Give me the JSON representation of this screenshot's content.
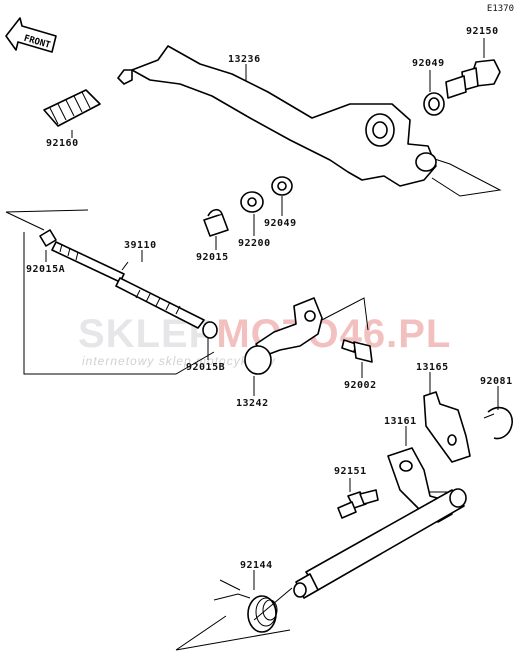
{
  "diagram_code": "E1370",
  "direction_label": "FRONT",
  "watermark": {
    "brand_a": "SKLEP",
    "brand_b": "MOTO46.PL",
    "tagline": "internetowy sklep motocyklowy"
  },
  "parts": [
    {
      "id": "p92150",
      "label": "92150"
    },
    {
      "id": "p92049a",
      "label": "92049"
    },
    {
      "id": "p13236",
      "label": "13236"
    },
    {
      "id": "p92160",
      "label": "92160"
    },
    {
      "id": "p92049b",
      "label": "92049"
    },
    {
      "id": "p92200",
      "label": "92200"
    },
    {
      "id": "p92015",
      "label": "92015"
    },
    {
      "id": "p39110",
      "label": "39110"
    },
    {
      "id": "p92015A",
      "label": "92015A"
    },
    {
      "id": "p92015B",
      "label": "92015B"
    },
    {
      "id": "p13242",
      "label": "13242"
    },
    {
      "id": "p92002",
      "label": "92002"
    },
    {
      "id": "p13165",
      "label": "13165"
    },
    {
      "id": "p92081",
      "label": "92081"
    },
    {
      "id": "p13161",
      "label": "13161"
    },
    {
      "id": "p92151",
      "label": "92151"
    },
    {
      "id": "p92144",
      "label": "92144"
    }
  ]
}
